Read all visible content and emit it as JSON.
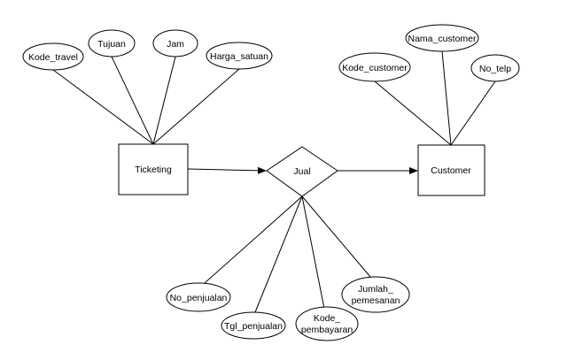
{
  "entities": {
    "ticketing": "Ticketing",
    "customer": "Customer"
  },
  "relationship": {
    "jual": "Jual"
  },
  "attributes": {
    "kode_travel": "Kode_travel",
    "tujuan": "Tujuan",
    "jam": "Jam",
    "harga_satuan": "Harga_satuan",
    "nama_customer": "Nama_customer",
    "kode_customer": "Kode_customer",
    "no_telp": "No_telp",
    "no_penjualan": "No_penjualan",
    "tgl_penjualan": "Tgl_penjualan",
    "kode_pembayaran": [
      "Kode_",
      "pembayaran"
    ],
    "jumlah_pemesanan": [
      "Jumlah_",
      "pemesanan"
    ]
  }
}
